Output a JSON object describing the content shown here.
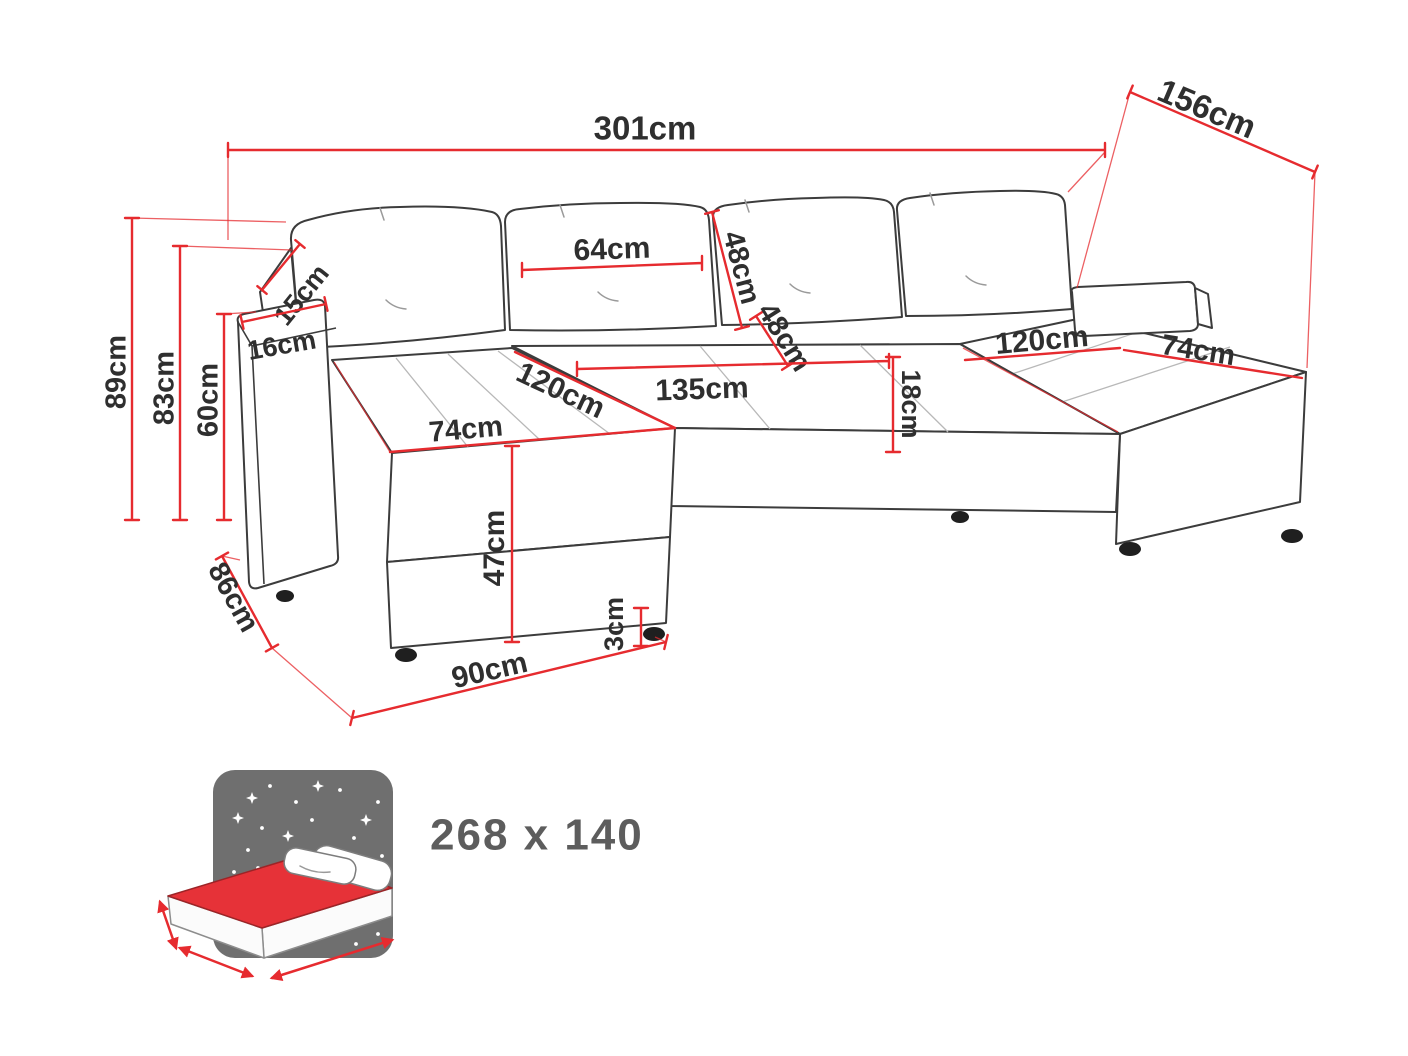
{
  "colors": {
    "dimension": "#e62b2f",
    "label": "#2f2f2f",
    "icon_bg": "#6f6f6f",
    "mattress": "#e63238",
    "sleeping_label": "#5d5d5d"
  },
  "diagram": {
    "dims": {
      "total_width": "301cm",
      "total_depth": "156cm",
      "back_cushion_width": "64cm",
      "back_cushion_height_a": "48cm",
      "back_cushion_height_b": "48cm",
      "back_panel_depth": "15cm",
      "armrest_width": "16cm",
      "height_total": "89cm",
      "height_backrest": "83cm",
      "height_armrest": "60cm",
      "chaise_left_length": "120cm",
      "chaise_left_width": "74cm",
      "seat_middle_width": "135cm",
      "seat_back_gap": "18cm",
      "chaise_right_length": "120cm",
      "chaise_right_width": "74cm",
      "seat_height": "47cm",
      "leg_height": "3cm",
      "chaise_footprint_depth": "90cm",
      "armrest_footprint_depth": "86cm"
    },
    "sleeping_area": "268 x 140"
  }
}
